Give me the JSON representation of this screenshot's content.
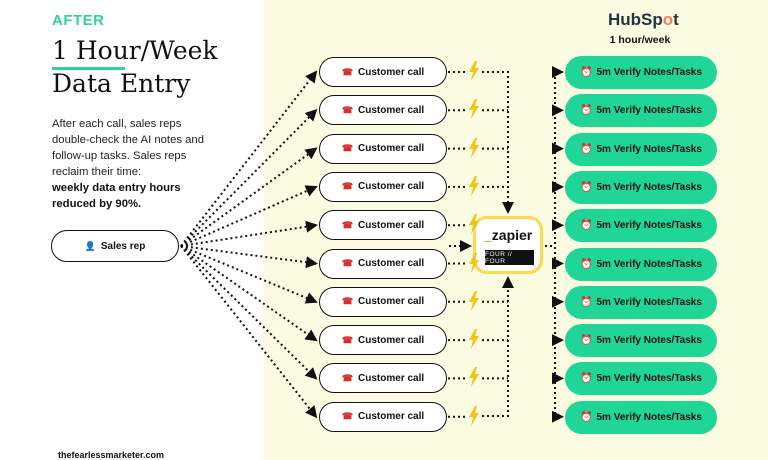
{
  "left": {
    "tag": "AFTER",
    "title_line1": "1 Hour/Week",
    "title_line2": "Data Entry",
    "description": "After each call, sales reps double-check the AI notes and follow-up tasks. Sales reps reclaim their time:",
    "highlight": "weekly data entry hours reduced by 90%.",
    "sales_rep": "Sales rep",
    "sales_rep_icon": "person-icon"
  },
  "calls": [
    {
      "label": "Customer call"
    },
    {
      "label": "Customer call"
    },
    {
      "label": "Customer call"
    },
    {
      "label": "Customer call"
    },
    {
      "label": "Customer call"
    },
    {
      "label": "Customer call"
    },
    {
      "label": "Customer call"
    },
    {
      "label": "Customer call"
    },
    {
      "label": "Customer call"
    },
    {
      "label": "Customer call"
    }
  ],
  "hub": {
    "zapier_label": "zapier",
    "fourfour_label": "FOUR // FOUR"
  },
  "hubspot": {
    "logo_text_a": "HubSp",
    "logo_text_b": "o",
    "logo_text_c": "t",
    "subtitle": "1 hour/week"
  },
  "verify": [
    {
      "label": "5m Verify Notes/Tasks"
    },
    {
      "label": "5m Verify Notes/Tasks"
    },
    {
      "label": "5m Verify Notes/Tasks"
    },
    {
      "label": "5m Verify Notes/Tasks"
    },
    {
      "label": "5m Verify Notes/Tasks"
    },
    {
      "label": "5m Verify Notes/Tasks"
    },
    {
      "label": "5m Verify Notes/Tasks"
    },
    {
      "label": "5m Verify Notes/Tasks"
    },
    {
      "label": "5m Verify Notes/Tasks"
    },
    {
      "label": "5m Verify Notes/Tasks"
    }
  ],
  "footer": "thefearlessmarketer.com",
  "colors": {
    "accent": "#2fd39a",
    "verify": "#1fd597",
    "panel": "#fbfbe2",
    "bolt": "#f0c419"
  }
}
